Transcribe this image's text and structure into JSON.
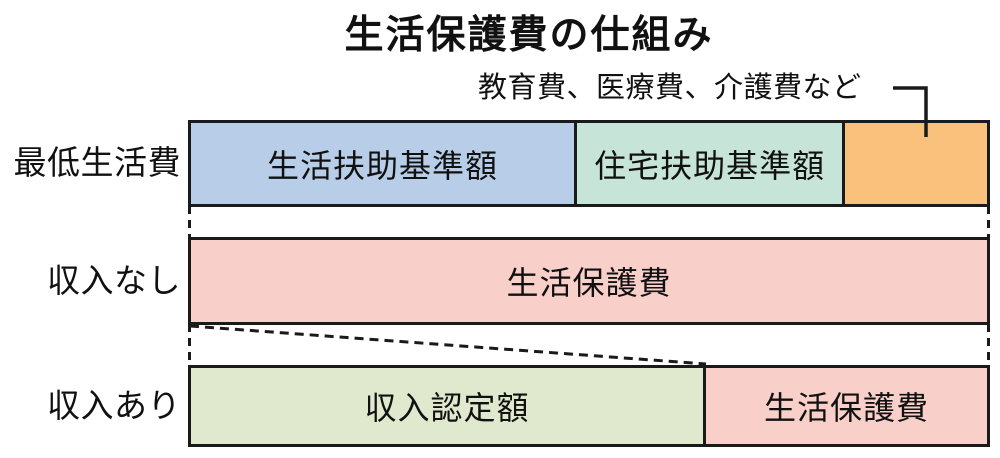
{
  "diagram": {
    "title": "生活保護費の仕組み",
    "annotation": "教育費、医療費、介護費など",
    "rows": [
      {
        "label": "最低生活費",
        "segments": [
          {
            "label": "生活扶助基準額",
            "color": "#b7cde8",
            "width_pct": 48.5
          },
          {
            "label": "住宅扶助基準額",
            "color": "#c6e4d8",
            "width_pct": 33.7
          },
          {
            "label": "",
            "color": "#fac17c",
            "width_pct": 17.8
          }
        ]
      },
      {
        "label": "収入なし",
        "segments": [
          {
            "label": "生活保護費",
            "color": "#f8cfc9",
            "width_pct": 100
          }
        ]
      },
      {
        "label": "収入あり",
        "segments": [
          {
            "label": "収入認定額",
            "color": "#e0e9ce",
            "width_pct": 64.7
          },
          {
            "label": "生活保護費",
            "color": "#f8cfc9",
            "width_pct": 35.3
          }
        ]
      }
    ],
    "colors": {
      "border": "#1a1a1a",
      "text": "#111111",
      "background": "#ffffff"
    }
  }
}
